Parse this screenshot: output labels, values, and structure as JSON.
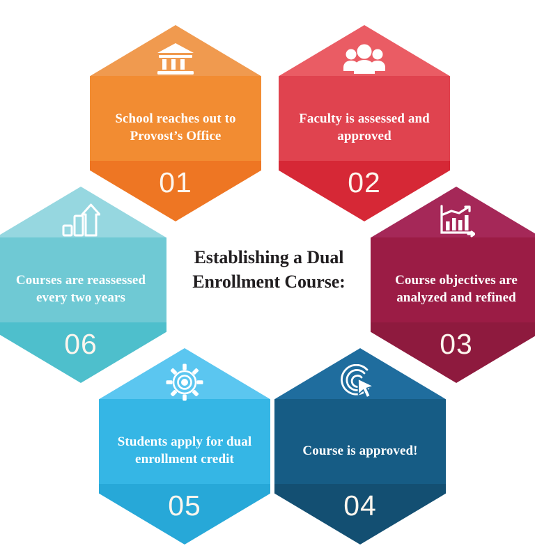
{
  "title": "Establishing a Dual Enrollment Course:",
  "background_color": "#FFFFFF",
  "title_color": "#211E20",
  "diagram_data": {
    "type": "process-cycle",
    "shape": "hexagon",
    "layout": "honeycomb-ring-of-6",
    "center_label": "Establishing a Dual Enrollment Course:",
    "step_count": 6,
    "steps": [
      {
        "number": "01",
        "label": "School reaches out to Provost’s Office",
        "icon": "bank-building-icon",
        "color_top": "#F09A4F",
        "color_mid": "#F28C32",
        "color_bottom": "#EE7623"
      },
      {
        "number": "02",
        "label": "Faculty is assessed and approved",
        "icon": "people-group-icon",
        "color_top": "#EA5C64",
        "color_mid": "#E0434F",
        "color_bottom": "#D62836"
      },
      {
        "number": "03",
        "label": "Course objectives are analyzed and refined",
        "icon": "bar-chart-growth-icon",
        "color_top": "#A52858",
        "color_mid": "#9B1C45",
        "color_bottom": "#8E1A3E"
      },
      {
        "number": "04",
        "label": "Course is approved!",
        "icon": "target-cursor-icon",
        "color_top": "#1F6D9E",
        "color_mid": "#165C85",
        "color_bottom": "#134F72"
      },
      {
        "number": "05",
        "label": "Students apply for dual enrollment credit",
        "icon": "gear-icon",
        "color_top": "#5BC6F0",
        "color_mid": "#35B6E5",
        "color_bottom": "#27A8D8"
      },
      {
        "number": "06",
        "label": "Courses are reassessed every two years",
        "icon": "growth-arrow-chart-icon",
        "color_top": "#96D7E0",
        "color_mid": "#6FC9D4",
        "color_bottom": "#4EBFCC"
      }
    ]
  }
}
